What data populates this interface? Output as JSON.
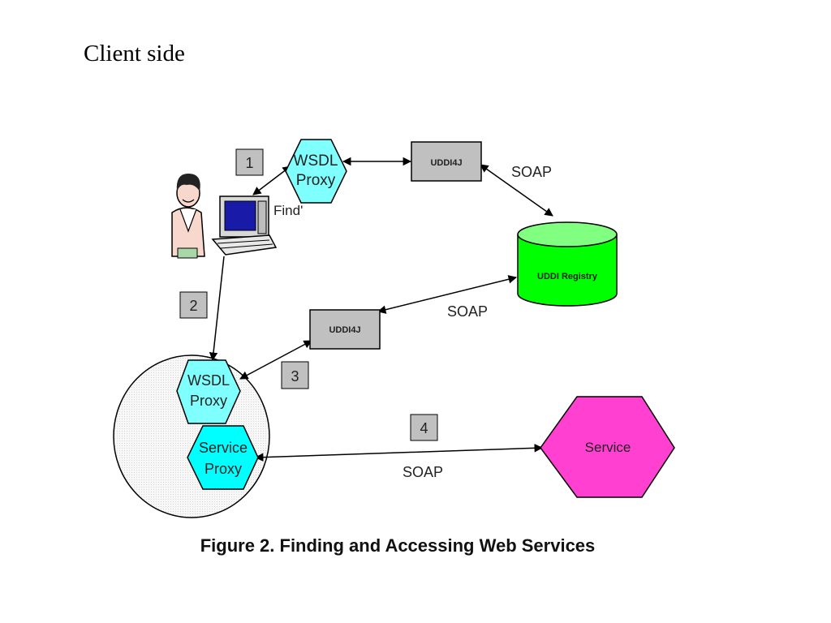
{
  "slide": {
    "title": "Client side",
    "caption": "Figure 2. Finding and Accessing Web Services"
  },
  "diagram": {
    "steps": [
      "1",
      "2",
      "3",
      "4"
    ],
    "nodes": {
      "wsdl_proxy_top": {
        "line1": "WSDL",
        "line2": "Proxy"
      },
      "uddi4j_top": "UDDI4J",
      "uddi4j_mid": "UDDI4J",
      "uddi_registry": "UDDI Registry",
      "wsdl_proxy_client": {
        "line1": "WSDL",
        "line2": "Proxy"
      },
      "service_proxy": {
        "line1": "Service",
        "line2": "Proxy"
      },
      "service": "Service"
    },
    "labels": {
      "find": "Find'",
      "soap_top": "SOAP",
      "soap_mid": "SOAP",
      "soap_bottom": "SOAP"
    },
    "colors": {
      "hex_light_cyan": "#80ffff",
      "hex_cyan": "#00ffff",
      "box_gray": "#c0c0c0",
      "registry_green": "#00ff00",
      "registry_top": "#80ff80",
      "service_magenta": "#ff40d0"
    }
  }
}
